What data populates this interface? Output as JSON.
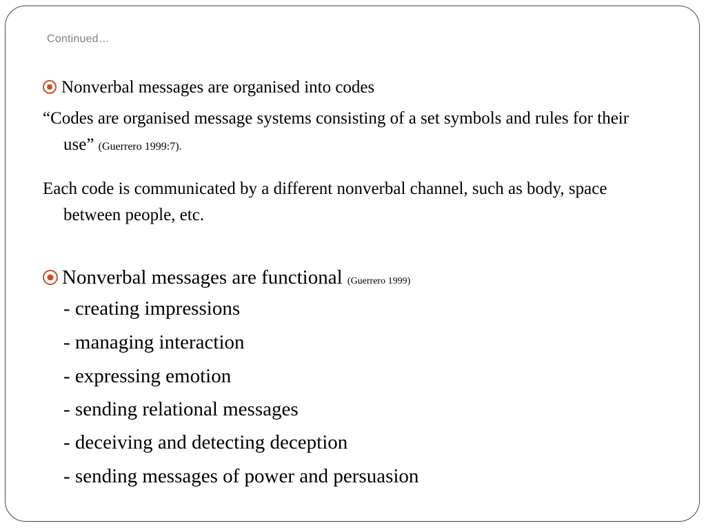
{
  "slide": {
    "title": "Continued…",
    "accent_color": "#c4532c",
    "bullet_icon": "circled-dot-icon"
  },
  "block1": {
    "bullet_text": "Nonverbal messages are organised into codes",
    "quote_text": "“Codes are organised message systems consisting of a set symbols and rules for their use”",
    "quote_citation": "(Guerrero 1999:7).",
    "channel_text": "Each code is communicated by a different nonverbal channel, such as body, space between people, etc."
  },
  "block2": {
    "bullet_text": "Nonverbal messages are functional",
    "bullet_citation": "(Guerrero 1999)",
    "functions": [
      "- creating impressions",
      "- managing interaction",
      "- expressing emotion",
      "- sending relational messages",
      "- deceiving and detecting deception",
      "- sending messages of power and persuasion"
    ]
  }
}
